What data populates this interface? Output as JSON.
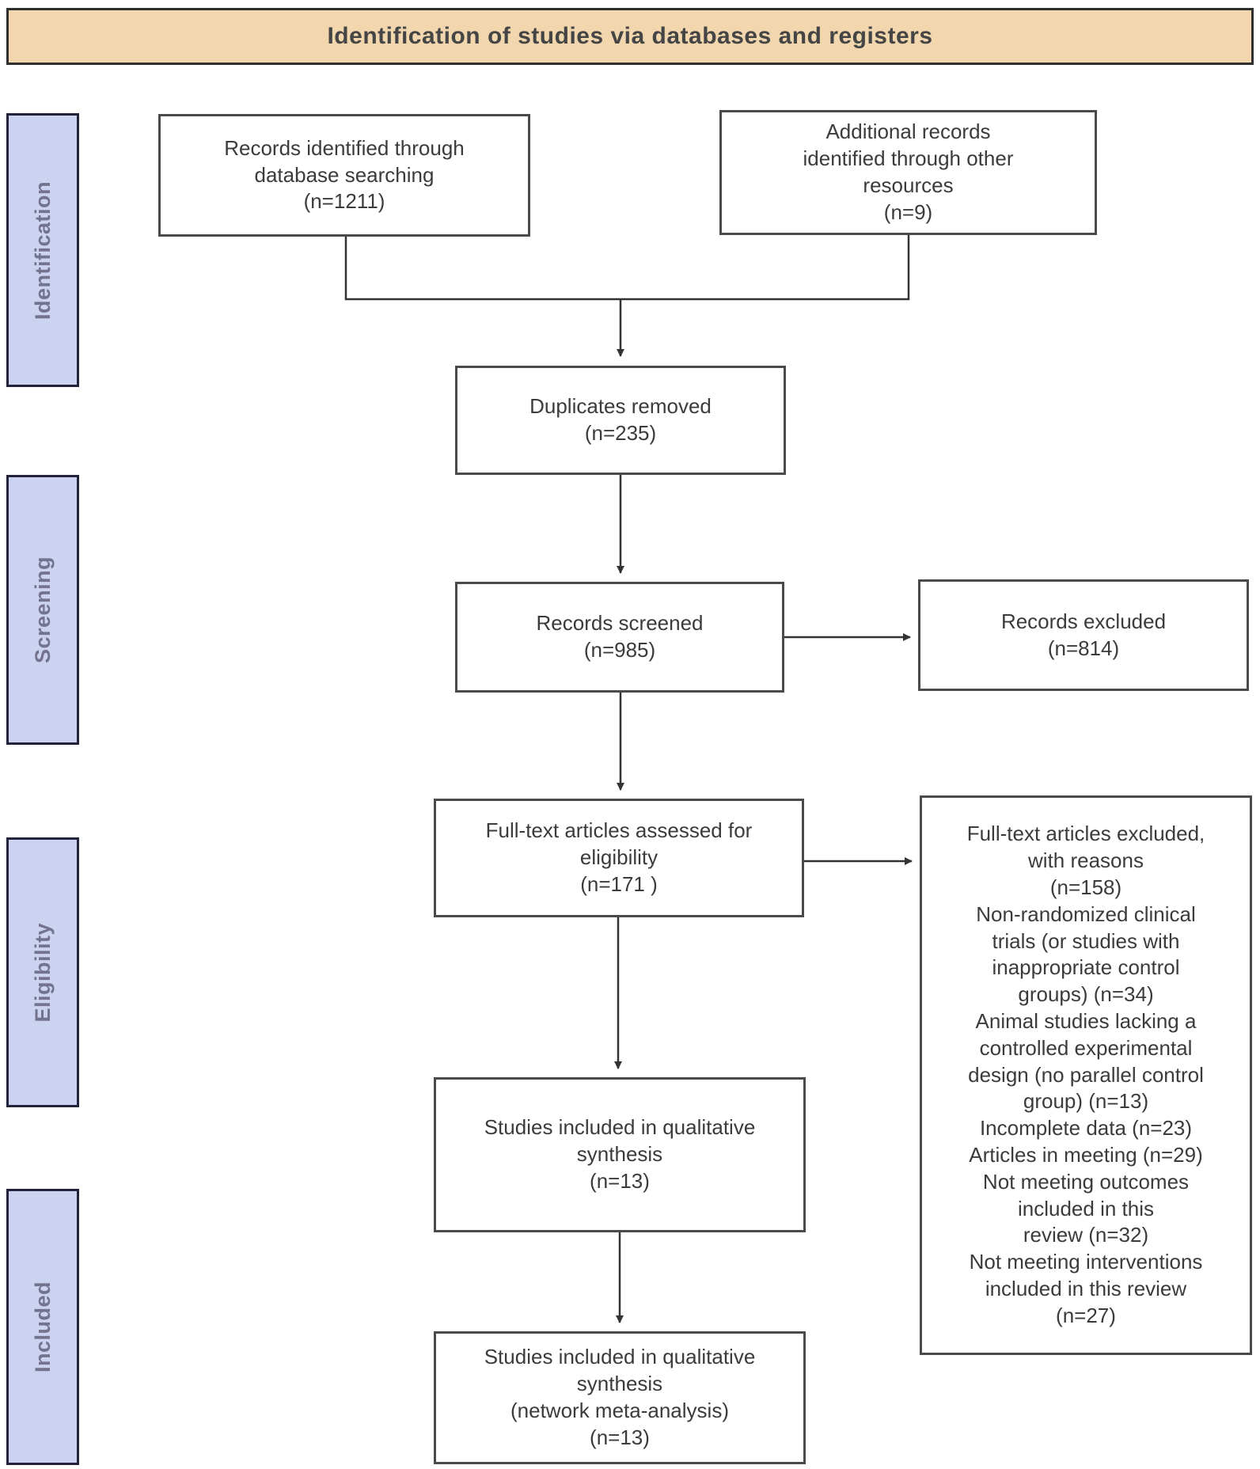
{
  "banner": {
    "title": "Identification of studies via databases and registers"
  },
  "stages": [
    {
      "id": "identification",
      "label": "Identification"
    },
    {
      "id": "screening",
      "label": "Screening"
    },
    {
      "id": "eligibility",
      "label": "Eligibility"
    },
    {
      "id": "included",
      "label": "Included"
    }
  ],
  "boxes": {
    "records_db": {
      "lines": [
        "Records identified through",
        "database searching",
        "(n=1211)"
      ]
    },
    "records_other": {
      "lines": [
        "Additional records",
        "identified through other",
        "resources",
        "(n=9)"
      ]
    },
    "duplicates": {
      "lines": [
        "Duplicates removed",
        "(n=235)"
      ]
    },
    "screened": {
      "lines": [
        "Records screened",
        "(n=985)"
      ]
    },
    "excluded": {
      "lines": [
        "Records excluded",
        "(n=814)"
      ]
    },
    "fulltext": {
      "lines": [
        "Full-text articles assessed for",
        "eligibility",
        "(n=171 )"
      ]
    },
    "fulltext_excluded": {
      "lines": [
        "Full-text articles excluded,",
        "with reasons",
        "(n=158)",
        "Non-randomized clinical",
        "trials (or studies with",
        "inappropriate control",
        "groups) (n=34)",
        "Animal studies lacking a",
        "controlled experimental",
        "design (no parallel control",
        "group) (n=13)",
        "Incomplete data (n=23)",
        "Articles in meeting (n=29)",
        "Not meeting outcomes",
        "included in this",
        "review (n=32)",
        "Not meeting interventions",
        "included in this review",
        "(n=27)"
      ]
    },
    "qualitative": {
      "lines": [
        "Studies included in qualitative",
        "synthesis",
        "(n=13)"
      ]
    },
    "network": {
      "lines": [
        "Studies included in qualitative",
        "synthesis",
        "(network meta-analysis)",
        "(n=13)"
      ]
    }
  },
  "colors": {
    "banner_bg": "#f2d7ae",
    "banner_border": "#2f2f2f",
    "stage_bg": "#ccd3f0",
    "stage_border": "#23233c",
    "stage_text": "#73738e",
    "box_bg": "#ffffff",
    "box_border": "#4a4a4a",
    "box_text": "#3b3b3b",
    "line": "#333333"
  }
}
